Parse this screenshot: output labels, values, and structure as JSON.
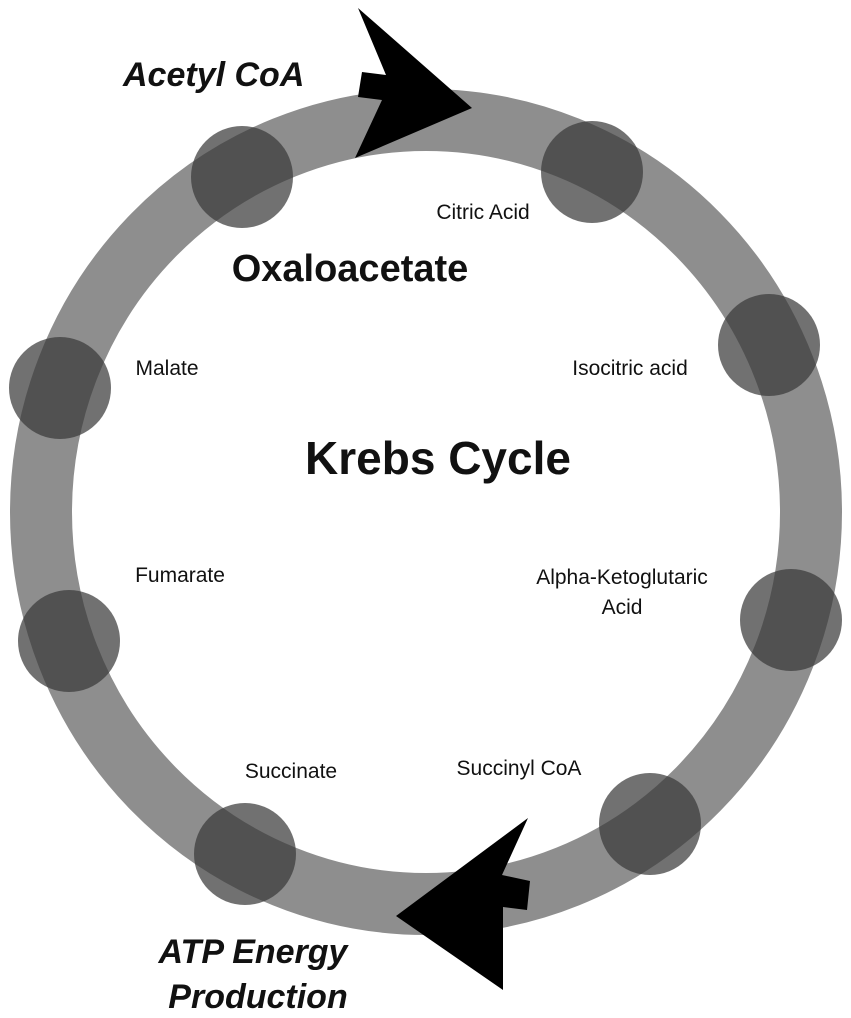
{
  "title": "Krebs Cycle",
  "input": {
    "label": "Acetyl CoA"
  },
  "output": {
    "line1": "ATP Energy",
    "line2": "Production"
  },
  "stages": [
    {
      "id": "oxaloacetate",
      "label": "Oxaloacetate"
    },
    {
      "id": "citric-acid",
      "label": "Citric Acid"
    },
    {
      "id": "isocitric-acid",
      "label": "Isocitric acid"
    },
    {
      "id": "alpha-ketoglutaric-acid",
      "line1": "Alpha-Ketoglutaric",
      "line2": "Acid"
    },
    {
      "id": "succinyl-coa",
      "label": "Succinyl CoA"
    },
    {
      "id": "succinate",
      "label": "Succinate"
    },
    {
      "id": "fumarate",
      "label": "Fumarate"
    },
    {
      "id": "malate",
      "label": "Malate"
    }
  ],
  "colors": {
    "ring": "#8e8e8e",
    "node": "#4f4f4f",
    "arrow": "#000000",
    "text": "#111111",
    "background": "#ffffff"
  }
}
